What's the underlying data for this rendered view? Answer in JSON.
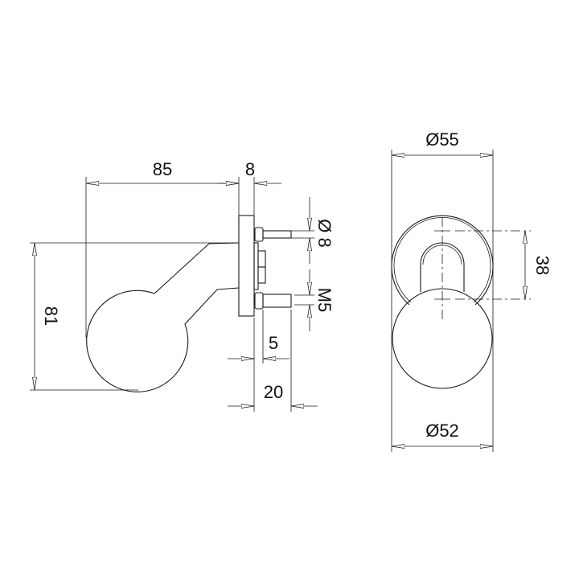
{
  "side_view": {
    "dimensions": {
      "depth": "85",
      "rosette_thickness": "8",
      "height": "81",
      "pin_diameter": "Ø 8",
      "thread": "M5",
      "pin_offset": "5",
      "pin_length": "20"
    }
  },
  "front_view": {
    "dimensions": {
      "rosette_diameter": "Ø55",
      "knob_diameter": "Ø52",
      "pin_spacing": "38"
    }
  },
  "colors": {
    "line": "#1a1a1a",
    "background": "#ffffff"
  }
}
